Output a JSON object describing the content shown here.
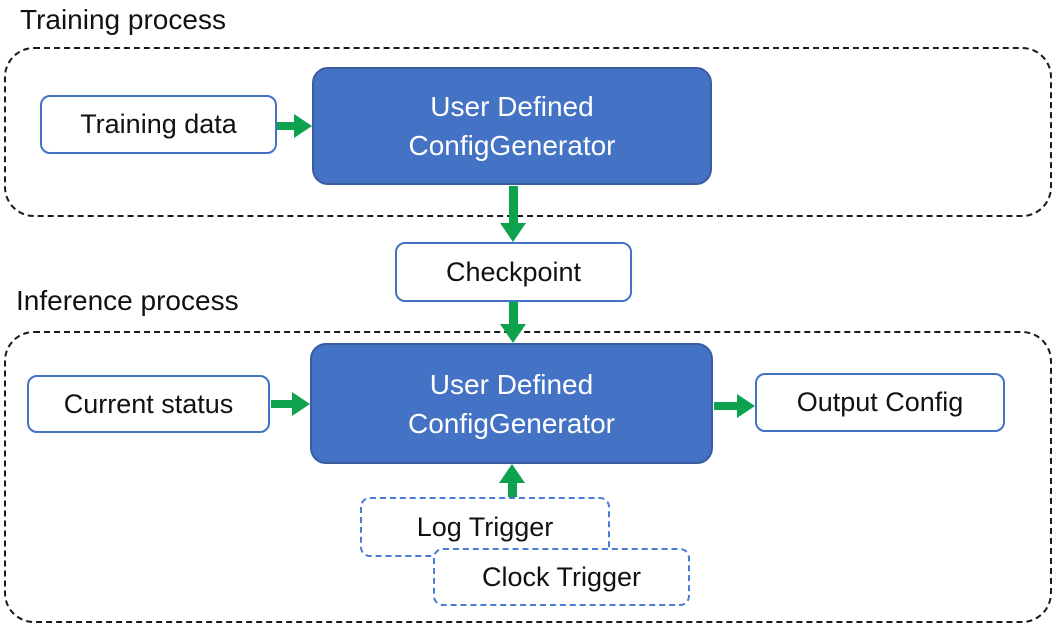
{
  "labels": {
    "training_section": "Training process",
    "inference_section": "Inference process"
  },
  "nodes": {
    "training_data": {
      "label": "Training data"
    },
    "training_generator": {
      "line1": "User Defined",
      "line2": "ConfigGenerator"
    },
    "checkpoint": {
      "label": "Checkpoint"
    },
    "current_status": {
      "label": "Current status"
    },
    "inference_generator": {
      "line1": "User Defined",
      "line2": "ConfigGenerator"
    },
    "output_config": {
      "label": "Output Config"
    },
    "log_trigger": {
      "label": "Log Trigger"
    },
    "clock_trigger": {
      "label": "Clock Trigger"
    }
  },
  "edges": [
    {
      "from": "training_data",
      "to": "training_generator"
    },
    {
      "from": "training_generator",
      "to": "checkpoint"
    },
    {
      "from": "checkpoint",
      "to": "inference_generator"
    },
    {
      "from": "current_status",
      "to": "inference_generator"
    },
    {
      "from": "inference_generator",
      "to": "output_config"
    },
    {
      "from": "log_trigger",
      "to": "inference_generator"
    }
  ],
  "colors": {
    "node_fill": "#4472C4",
    "node_border": "#3A5DA2",
    "box_border": "#4472C4",
    "trigger_border": "#4A7CD6",
    "arrow": "#0EA24E",
    "dash": "#1A1A1A"
  }
}
